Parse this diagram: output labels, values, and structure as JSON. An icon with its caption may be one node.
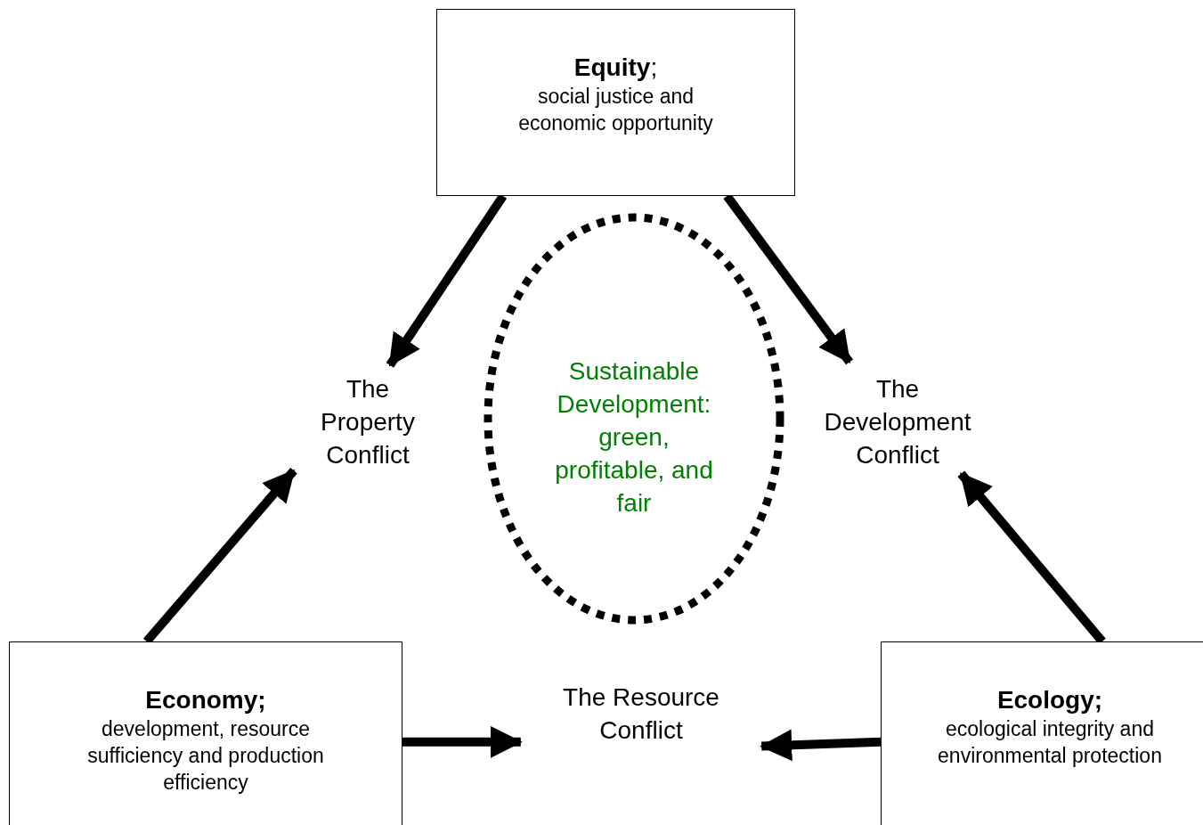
{
  "diagram": {
    "nodes": [
      {
        "text": [
          "**Equity**;",
          "social justice and economic opportunity"
        ]
      },
      {
        "text": [
          "The Property Conflict"
        ]
      },
      {
        "text": [
          "The Development Conflict"
        ]
      },
      {
        "text": [
          "Sustainable Development: green, profitable, and fair"
        ]
      },
      {
        "text": [
          "Economy;",
          "development, resource sufficiency and production efficiency"
        ]
      },
      {
        "text": [
          "The Resource Conflict"
        ]
      },
      {
        "text": [
          "Ecology;",
          "ecological integrity and environmental protection"
        ]
      }
    ],
    "edges": [
      {
        "from": 0,
        "to": 1,
        "arrow": "to"
      },
      {
        "from": 0,
        "to": 2,
        "arrow": "to"
      },
      {
        "from": 4,
        "to": 1,
        "arrow": "to"
      },
      {
        "from": 6,
        "to": 2,
        "arrow": "to"
      },
      {
        "from": 4,
        "to": 5,
        "arrow": "to"
      },
      {
        "from": 6,
        "to": 5,
        "arrow": "to"
      }
    ]
  }
}
